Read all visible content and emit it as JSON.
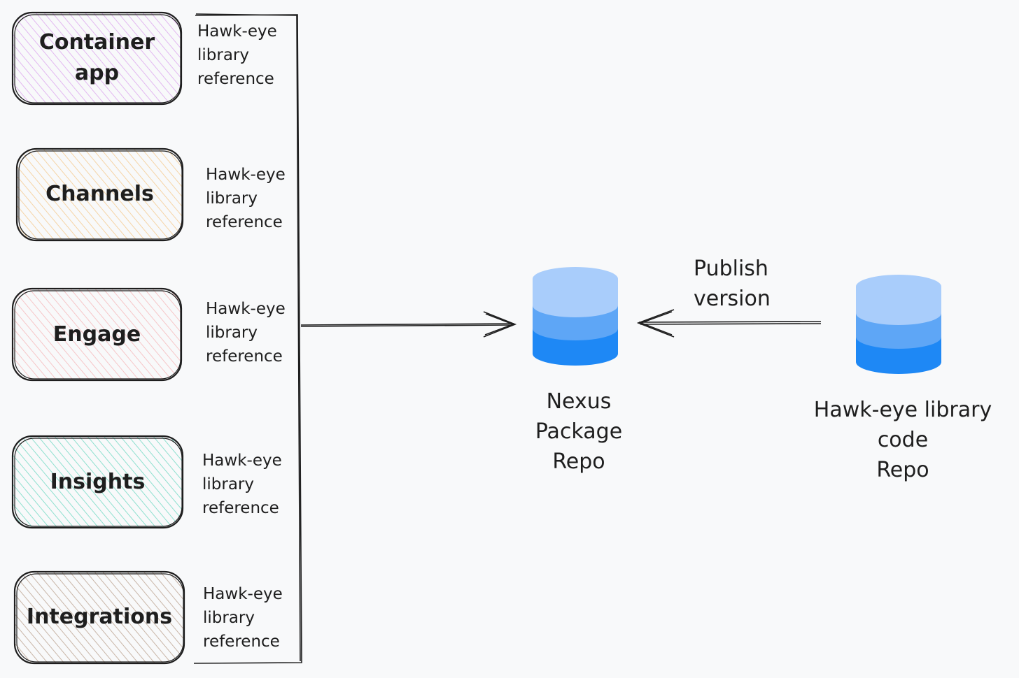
{
  "apps": [
    {
      "label": "Container\napp",
      "color": "#e2b8f0"
    },
    {
      "label": "Channels",
      "color": "#f5d4a6"
    },
    {
      "label": "Engage",
      "color": "#f6c6c8"
    },
    {
      "label": "Insights",
      "color": "#8fe0cf"
    },
    {
      "label": "Integrations",
      "color": "#c9b6a8"
    }
  ],
  "references": [
    {
      "label": "Hawk-eye\nlibrary\nreference"
    },
    {
      "label": "Hawk-eye\nlibrary\nreference"
    },
    {
      "label": "Hawk-eye\nlibrary\nreference"
    },
    {
      "label": "Hawk-eye\nlibrary\nreference"
    },
    {
      "label": "Hawk-eye\nlibrary\nreference"
    }
  ],
  "nexus_repo": {
    "label": "Nexus\nPackage\nRepo",
    "icon": "database-icon"
  },
  "hawkeye_repo": {
    "label": "Hawk-eye library\ncode\nRepo",
    "icon": "database-icon"
  },
  "publish_label": "Publish\nversion",
  "colors": {
    "db_top": "#a9cdfb",
    "db_mid": "#5ea6f6",
    "db_bottom": "#1e88f5",
    "stroke": "#1e1e1e"
  }
}
